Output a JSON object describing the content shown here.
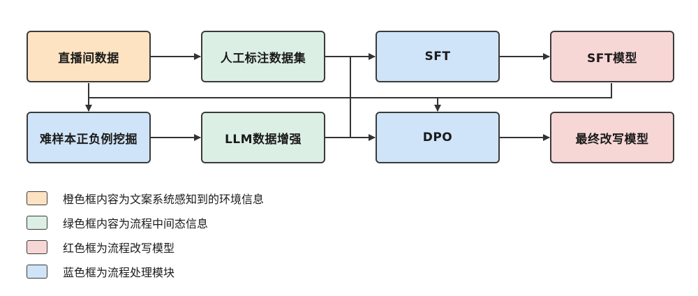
{
  "colors": {
    "orange": "#fde3c2",
    "green": "#dcefe4",
    "blue": "#cfe4f8",
    "red": "#f7d6d6",
    "border": "#3a3a3a",
    "line": "#333333"
  },
  "nodes": {
    "live_data": "直播间数据",
    "manual_label": "人工标注数据集",
    "sft": "SFT",
    "sft_model": "SFT模型",
    "hard_mining": "难样本正负例挖掘",
    "llm_aug": "LLM数据增强",
    "dpo": "DPO",
    "final_model": "最终改写模型"
  },
  "legend": [
    {
      "color": "orange",
      "label": "橙色框内容为文案系统感知到的环境信息"
    },
    {
      "color": "green",
      "label": "绿色框内容为流程中间态信息"
    },
    {
      "color": "red",
      "label": "红色框为流程改写模型"
    },
    {
      "color": "blue",
      "label": "蓝色框为流程处理模块"
    }
  ]
}
